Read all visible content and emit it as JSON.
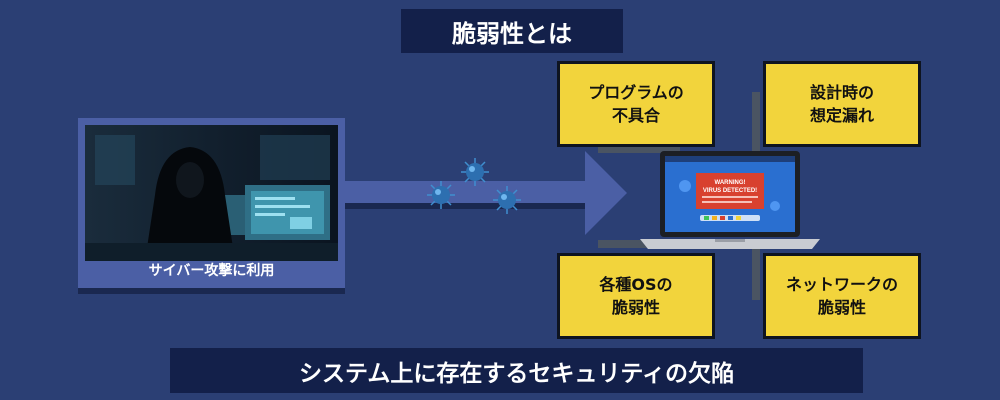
{
  "title": "脆弱性とは",
  "attacker": {
    "label": "サイバー攻撃に利用"
  },
  "boxes": {
    "top_left": "プログラムの\n不具合",
    "top_right": "設計時の\n想定漏れ",
    "bottom_left": "各種OSの\n脆弱性",
    "bottom_right": "ネットワークの\n脆弱性"
  },
  "laptop": {
    "alert_line1": "WARNING!",
    "alert_line2": "VIRUS DETECTED!"
  },
  "footer": "システム上に存在するセキュリティの欠陥",
  "colors": {
    "background": "#2b3f74",
    "box": "#f2d43c",
    "accent": "#4b5fa5",
    "banner": "#13204a"
  }
}
